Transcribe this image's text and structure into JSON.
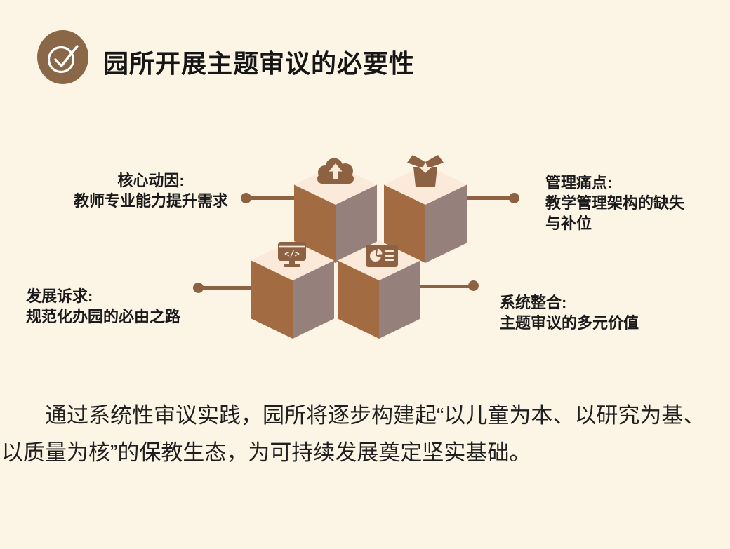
{
  "slide": {
    "title": "园所开展主题审议的必要性",
    "summary_paragraph": "通过系统性审议实践，园所将逐步构建起“以儿童为本、以研究为基、以质量为核”的保教生态，为可持续发展奠定坚实基础。"
  },
  "diagram": {
    "nodes": {
      "core": {
        "icon": "cloud-upload-icon",
        "title": "核心动因:",
        "desc": "教师专业能力提升需求"
      },
      "pain": {
        "icon": "box-open-icon",
        "title": "管理痛点:",
        "desc": "教学管理架构的缺失与补位"
      },
      "dev": {
        "icon": "code-window-icon",
        "title": "发展诉求:",
        "desc": "规范化办园的必由之路"
      },
      "sys": {
        "icon": "presentation-chart-icon",
        "title": "系统整合:",
        "desc": "主题审议的多元价值"
      }
    }
  },
  "theme": {
    "background": "#fcf4e5",
    "badge": "#8a6747",
    "title_text": "#161616",
    "label_text": "#1a1a1a",
    "paragraph_text": "#1f1f1f",
    "cube_left": "#a26b42",
    "cube_right": "#96807b",
    "cube_top": "#fbe9da",
    "connector": "#8d6242",
    "icon_brown": "#8d6242"
  }
}
